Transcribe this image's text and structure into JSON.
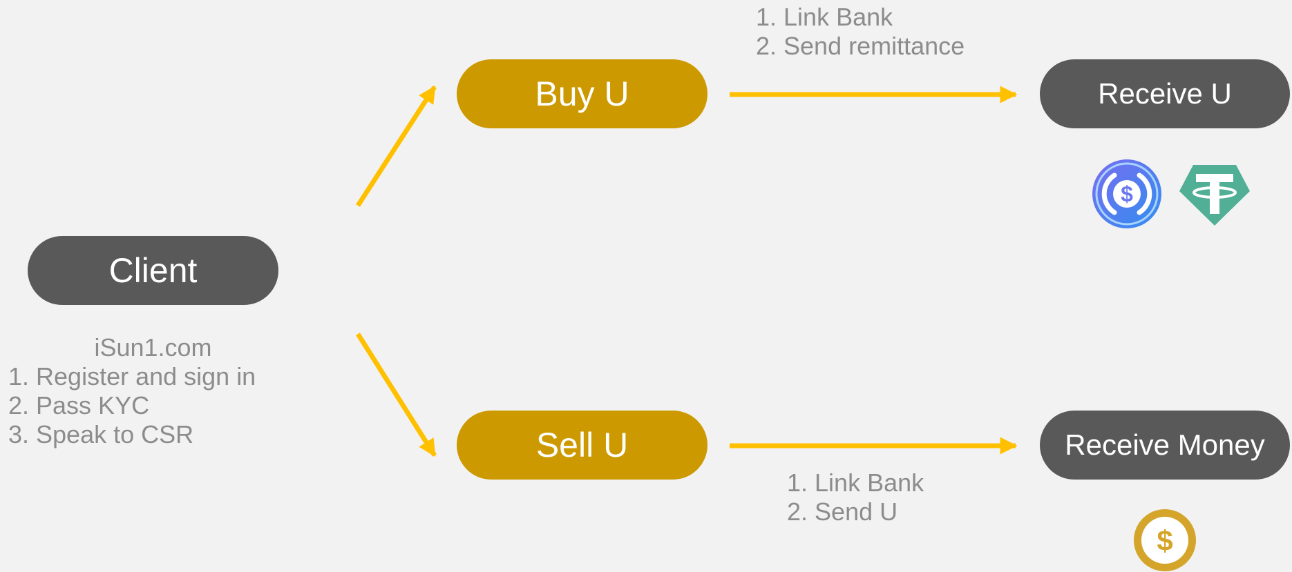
{
  "colors": {
    "background": "#f2f2f2",
    "dark_node": "#595959",
    "gold_node": "#cc9900",
    "arrow": "#ffc000",
    "note_text": "#8c8c8c"
  },
  "nodes": {
    "client": "Client",
    "buy": "Buy U",
    "sell": "Sell U",
    "receive_u": "Receive U",
    "receive_money": "Receive Money"
  },
  "client_notes": {
    "site": "iSun1.com",
    "steps": [
      "1. Register and sign in",
      "2. Pass KYC",
      "3. Speak to CSR"
    ]
  },
  "buy_notes": {
    "steps": [
      "1. Link Bank",
      "2. Send remittance"
    ]
  },
  "sell_notes": {
    "steps": [
      {
        "num": "1.",
        "text": "Link Bank"
      },
      {
        "num": "2.",
        "text": "Send U"
      }
    ]
  },
  "icons": {
    "stablecoin_1": "usdc-coin-icon",
    "stablecoin_2": "tether-coin-icon",
    "money": "dollar-coin-icon",
    "dollar_symbol": "$"
  }
}
